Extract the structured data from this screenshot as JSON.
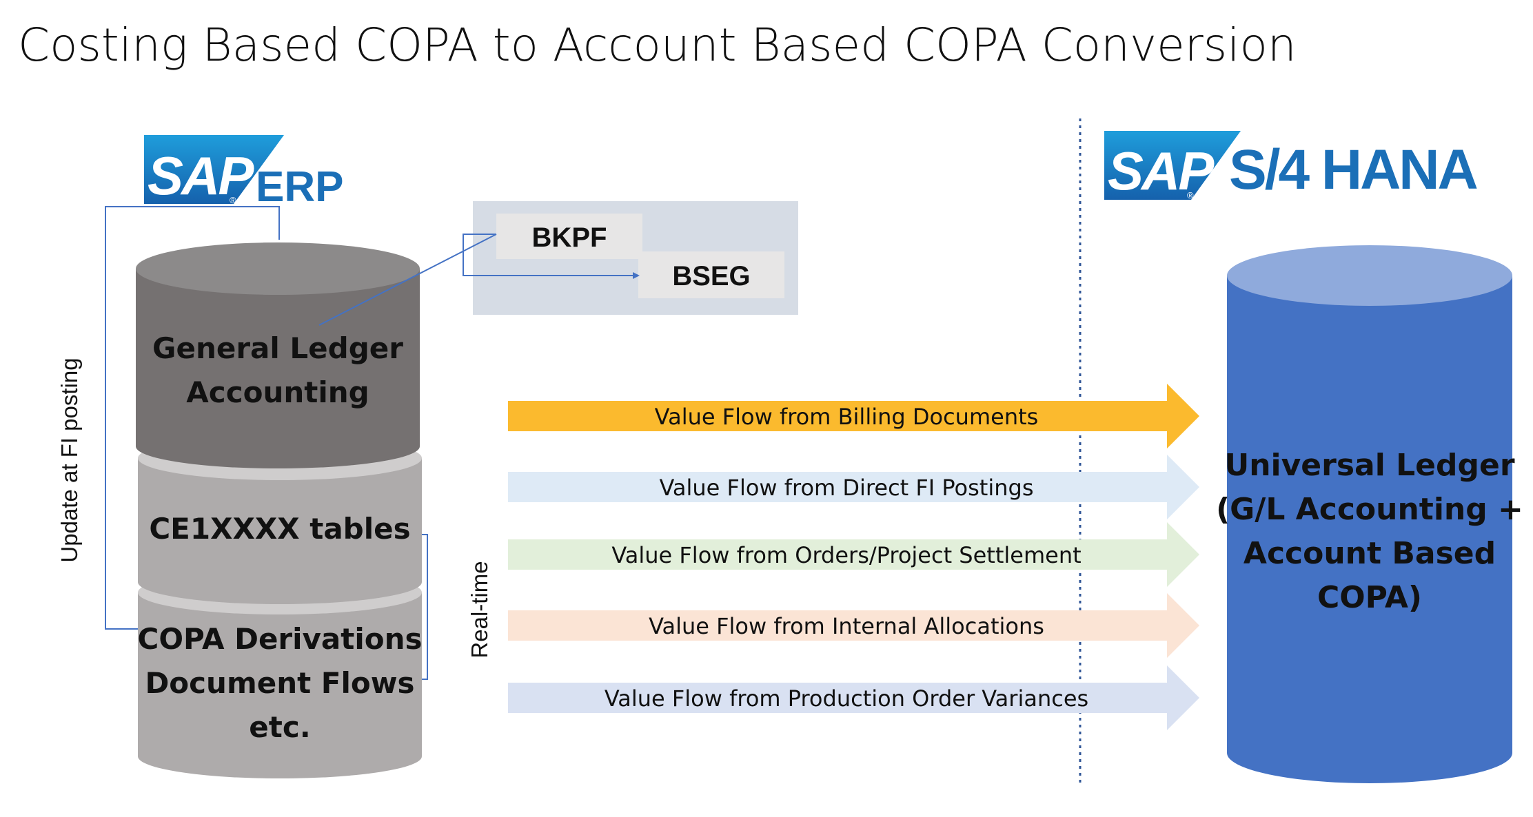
{
  "title": "Costing Based COPA to Account Based COPA Conversion",
  "left_logo": {
    "brand": "SAP",
    "suffix": "ERP",
    "registered": "®"
  },
  "right_logo": {
    "brand": "SAP",
    "suffix": "S/4 HANA",
    "registered": "®"
  },
  "side_label": "Update at FI posting",
  "realtime_label": "Real-time",
  "gl_cylinder": {
    "line1": "General Ledger",
    "line2": "Accounting"
  },
  "ce_cylinder": {
    "line1": "CE1XXXX tables"
  },
  "copa_cylinder": {
    "line1": "COPA Derivations",
    "line2": "Document Flows",
    "line3": "etc."
  },
  "tables": {
    "table1": "BKPF",
    "table2": "BSEG"
  },
  "universal": {
    "line1": "Universal Ledger",
    "line2": "(G/L Accounting +",
    "line3": "Account Based",
    "line4": "COPA)"
  },
  "flows": [
    {
      "label": "Value Flow from Billing Documents",
      "color": "#FBBA2E"
    },
    {
      "label": "Value Flow from Direct FI Postings",
      "color": "#DEEAF6"
    },
    {
      "label": "Value Flow from Orders/Project Settlement",
      "color": "#E2EFDA"
    },
    {
      "label": "Value Flow from Internal Allocations",
      "color": "#FBE4D5"
    },
    {
      "label": "Value Flow from Production Order Variances",
      "color": "#D9E1F2"
    }
  ],
  "colors": {
    "sap_blue": "#1B6FB7",
    "gl_dark": "#757171",
    "ce_grey": "#AEABAB",
    "universal_blue": "#4472C4",
    "connector": "#4472C4"
  }
}
